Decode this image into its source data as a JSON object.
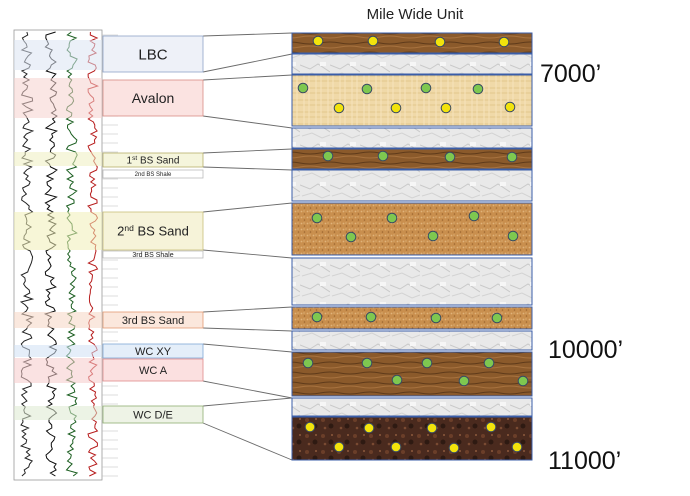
{
  "title": "Mile Wide Unit",
  "depth_labels": {
    "d7000": "7000’",
    "d10000": "10000’",
    "d11000": "11000’"
  },
  "zones": [
    {
      "key": "lbc",
      "label": "LBC",
      "sup": "",
      "suffix": "",
      "color": "#eef1f8",
      "border": "#8ea3c8",
      "size": 15
    },
    {
      "key": "avalon",
      "label": "Avalon",
      "sup": "",
      "suffix": "",
      "color": "#fbe3e1",
      "border": "#d98c86",
      "size": 14
    },
    {
      "key": "bs1",
      "label": "1",
      "sup": "st",
      "suffix": " BS Sand",
      "color": "#f5f5dc",
      "border": "#b6b06b",
      "size": 10
    },
    {
      "key": "bs2shale",
      "label": "2nd BS Shale",
      "sup": "",
      "suffix": "",
      "color": "#ffffff",
      "border": "#bbbbbb",
      "size": 6
    },
    {
      "key": "bs2",
      "label": "2",
      "sup": "nd",
      "suffix": " BS Sand",
      "color": "#f6f3d9",
      "border": "#c9c07a",
      "size": 13
    },
    {
      "key": "bs3shale",
      "label": "3rd BS Shale",
      "sup": "",
      "suffix": "",
      "color": "#ffffff",
      "border": "#bbbbbb",
      "size": 7
    },
    {
      "key": "bs3",
      "label": "3rd BS Sand",
      "sup": "",
      "suffix": "",
      "color": "#fbe7dc",
      "border": "#e39b73",
      "size": 11
    },
    {
      "key": "wcxy",
      "label": "WC XY",
      "sup": "",
      "suffix": "",
      "color": "#e4eef9",
      "border": "#7fa7d6",
      "size": 11
    },
    {
      "key": "wca",
      "label": "WC A",
      "sup": "",
      "suffix": "",
      "color": "#fbe0e0",
      "border": "#e08a8a",
      "size": 11
    },
    {
      "key": "wcde",
      "label": "WC D/E",
      "sup": "",
      "suffix": "",
      "color": "#eef3e6",
      "border": "#8fae72",
      "size": 11
    }
  ],
  "colors": {
    "wood": "#8b5a2b",
    "limestone": "#e8e8e8",
    "papyrus": "#f0d9a8",
    "sand": "#c98f4e",
    "granite": "#4a2a1e",
    "green_dot": "#7ec850",
    "yellow_dot": "#f2e30c",
    "outline": "#3a5da8"
  }
}
